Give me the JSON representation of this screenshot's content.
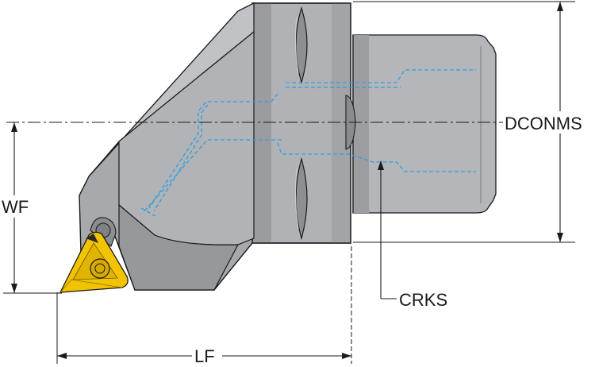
{
  "labels": {
    "wf": "WF",
    "lf": "LF",
    "dconms": "DCONMS",
    "crks": "CRKS"
  },
  "colors": {
    "body_gray": "#a7a9ac",
    "body_gray_dark": "#8f9194",
    "body_gray_light": "#c3c5c8",
    "coolant_blue": "#2f9fe0",
    "insert_yellow": "#f2c400",
    "outline": "#1a1a1a"
  }
}
